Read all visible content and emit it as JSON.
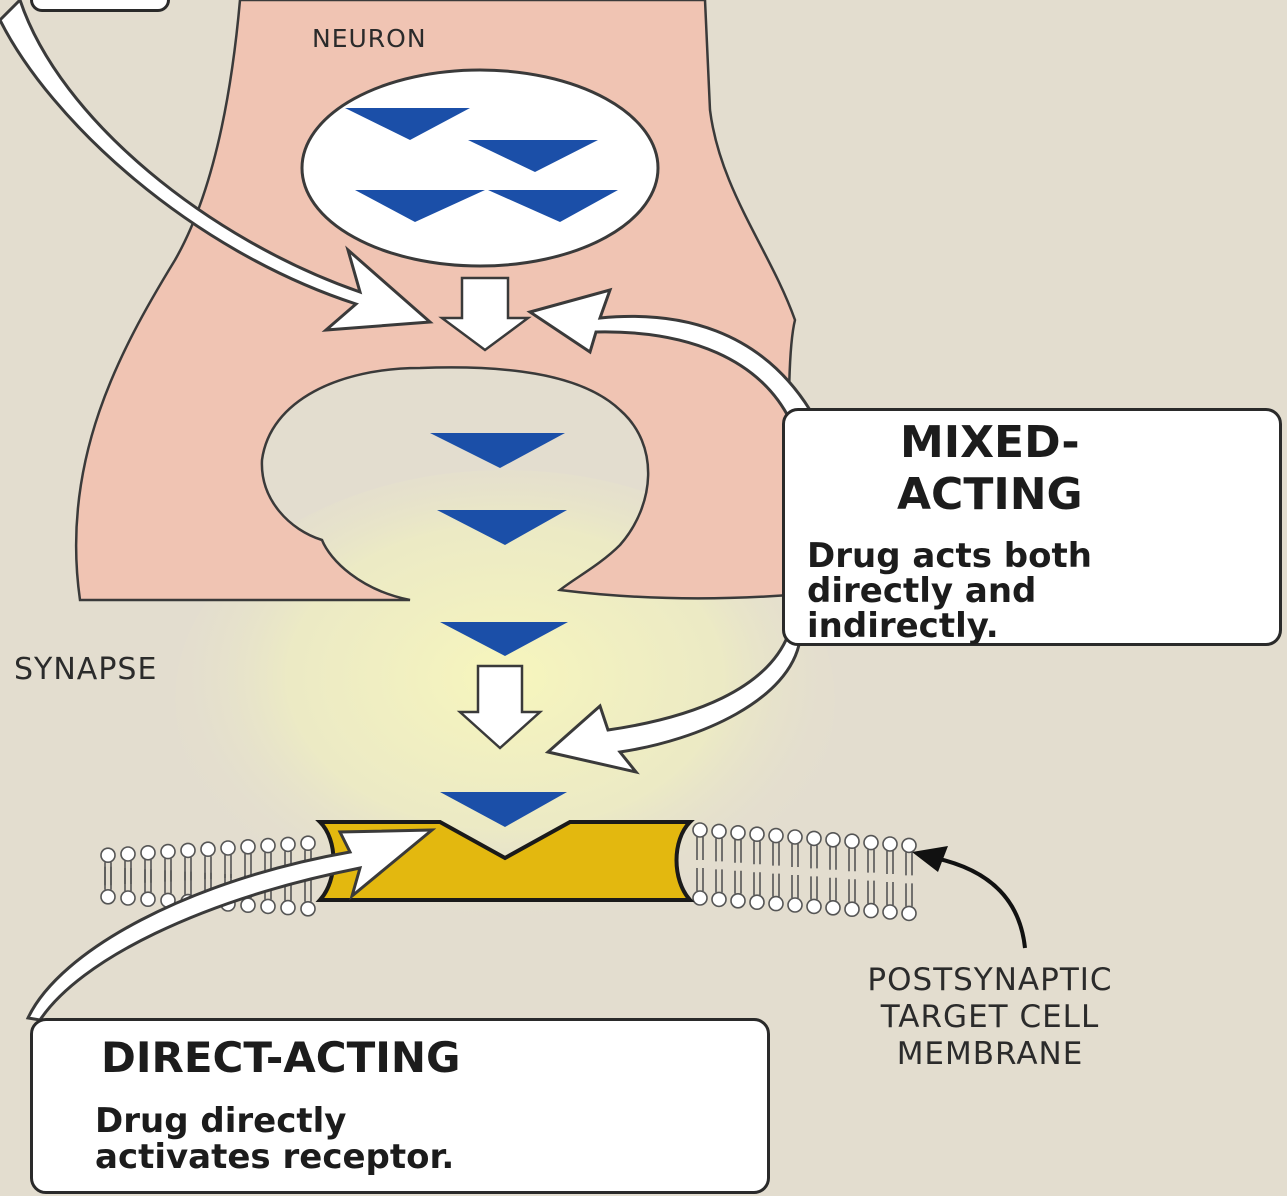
{
  "labels": {
    "neuron": "NEURON",
    "synapse": "SYNAPSE",
    "postsynaptic": [
      "POSTSYNAPTIC",
      "TARGET CELL",
      "MEMBRANE"
    ]
  },
  "mixed_acting": {
    "title": [
      "MIXED-",
      "ACTING"
    ],
    "description": [
      "Drug acts both",
      "directly and",
      "indirectly."
    ]
  },
  "direct_acting": {
    "title": "DIRECT-ACTING",
    "description": [
      "Drug directly",
      "activates receptor."
    ]
  },
  "colors": {
    "background": "#e3ddcf",
    "neuron": "#f0c4b3",
    "neurotransmitter": "#1b4fa8",
    "receptor": "#e3b80f",
    "synapse_glow": "#f5f4b8",
    "box": "#ffffff"
  }
}
